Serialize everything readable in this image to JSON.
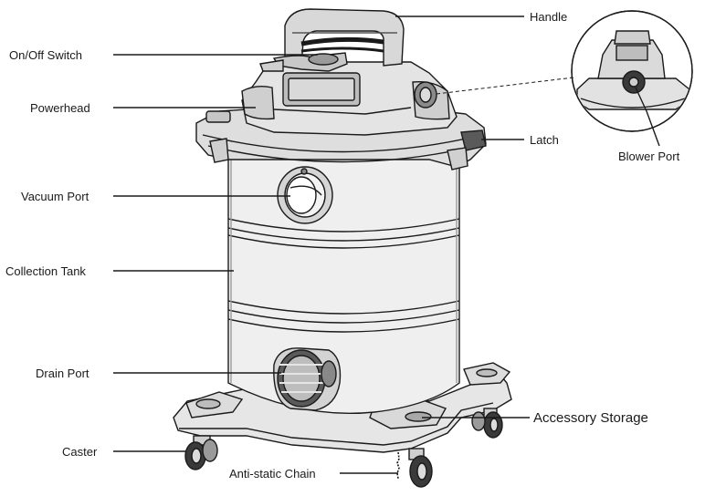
{
  "diagram": {
    "labels": {
      "handle": "Handle",
      "on_off_switch": "On/Off Switch",
      "powerhead": "Powerhead",
      "latch": "Latch",
      "blower_port": "Blower Port",
      "vacuum_port": "Vacuum Port",
      "collection_tank": "Collection Tank",
      "drain_port": "Drain Port",
      "accessory_storage": "Accessory Storage",
      "caster": "Caster",
      "anti_static_chain": "Anti-static Chain"
    },
    "colors": {
      "line": "#1a1a1a",
      "body_light": "#ededed",
      "body_mid": "#cfcfcf",
      "dark": "#2b2b2b"
    }
  }
}
